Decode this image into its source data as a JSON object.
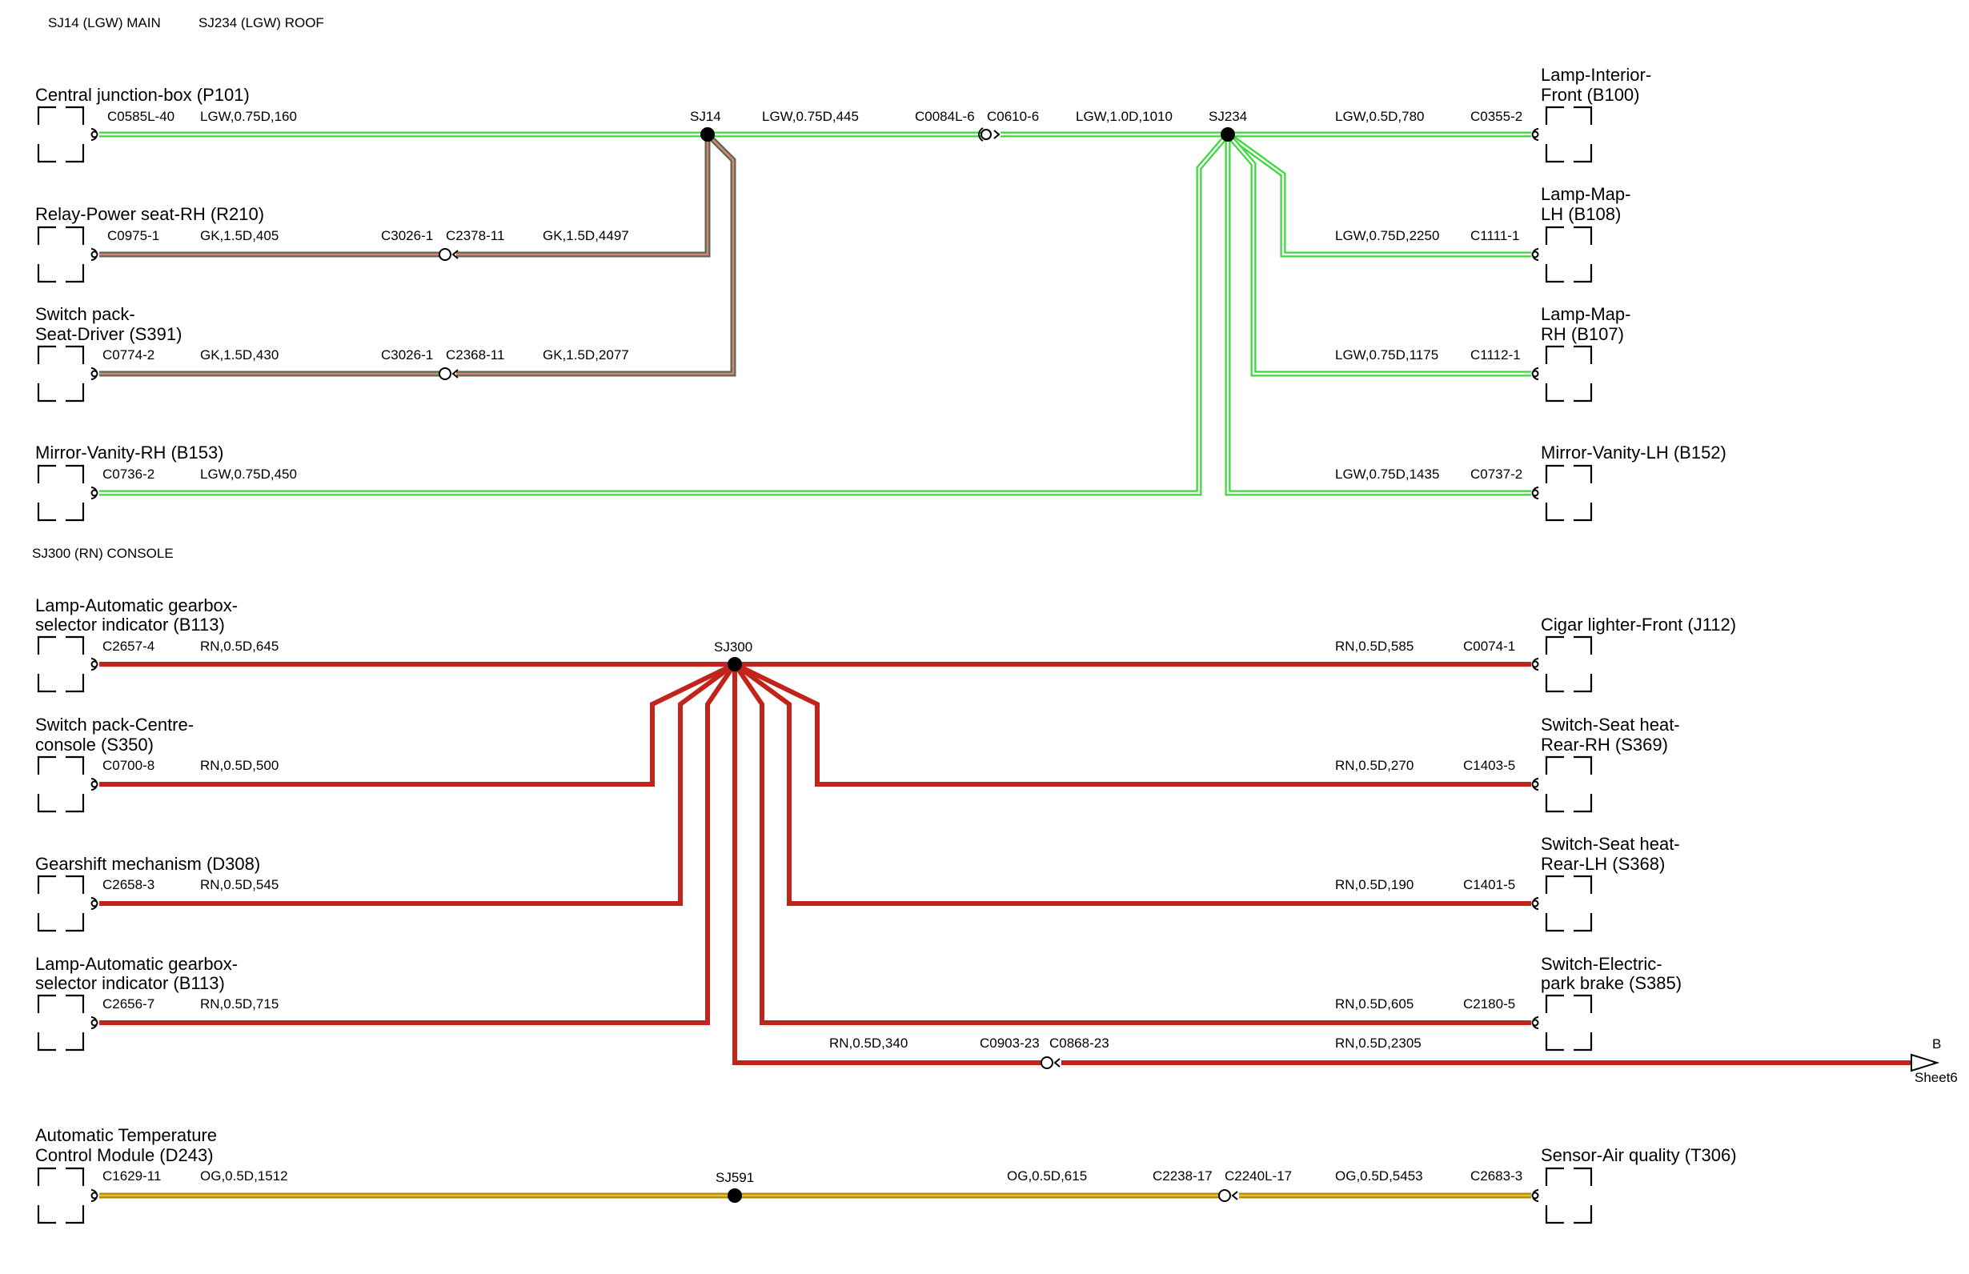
{
  "headers": {
    "top_left": "SJ14 (LGW) MAIN",
    "top_right": "SJ234 (LGW) ROOF",
    "console": "SJ300 (RN) CONSOLE"
  },
  "colors": {
    "LGW": "#3ad83a",
    "GK": "#5b6b52",
    "GK_stripe": "#d9847a",
    "RN": "#c0241a",
    "OG": "#b28b00",
    "OG_stripe": "#d8c14a"
  },
  "components": {
    "p101": {
      "lines": [
        "Central junction-box (P101)"
      ]
    },
    "r210": {
      "lines": [
        "Relay-Power seat-RH (R210)"
      ]
    },
    "s391": {
      "lines": [
        "Switch pack-",
        "Seat-Driver (S391)"
      ]
    },
    "b153": {
      "lines": [
        "Mirror-Vanity-RH (B153)"
      ]
    },
    "b100": {
      "lines": [
        "Lamp-Interior-",
        "Front (B100)"
      ]
    },
    "b108": {
      "lines": [
        "Lamp-Map-",
        "LH (B108)"
      ]
    },
    "b107": {
      "lines": [
        "Lamp-Map-",
        "RH (B107)"
      ]
    },
    "b152": {
      "lines": [
        "Mirror-Vanity-LH (B152)"
      ]
    },
    "b113a": {
      "lines": [
        "Lamp-Automatic gearbox-",
        "selector indicator (B113)"
      ]
    },
    "s350": {
      "lines": [
        "Switch pack-Centre-",
        "console (S350)"
      ]
    },
    "d308": {
      "lines": [
        "Gearshift mechanism (D308)"
      ]
    },
    "b113b": {
      "lines": [
        "Lamp-Automatic gearbox-",
        "selector indicator (B113)"
      ]
    },
    "j112": {
      "lines": [
        "Cigar lighter-Front (J112)"
      ]
    },
    "s369": {
      "lines": [
        "Switch-Seat heat-",
        "Rear-RH (S369)"
      ]
    },
    "s368": {
      "lines": [
        "Switch-Seat heat-",
        "Rear-LH (S368)"
      ]
    },
    "s385": {
      "lines": [
        "Switch-Electric-",
        "park brake (S385)"
      ]
    },
    "d243": {
      "lines": [
        "Automatic Temperature",
        "Control Module (D243)"
      ]
    },
    "t306": {
      "lines": [
        "Sensor-Air quality (T306)"
      ]
    }
  },
  "splices": {
    "sj14": "SJ14",
    "sj234": "SJ234",
    "sj300": "SJ300",
    "sj591": "SJ591"
  },
  "labels": {
    "p101_pin": "C0585L-40",
    "p101_wire": "LGW,0.75D,160",
    "sj14_c0084_wire": "LGW,0.75D,445",
    "c0084": "C0084L-6",
    "c0610": "C0610-6",
    "c0610_sj234_wire": "LGW,1.0D,1010",
    "b100_wire": "LGW,0.5D,780",
    "b100_pin": "C0355-2",
    "r210_pin": "C0975-1",
    "r210_wire": "GK,1.5D,405",
    "c3026_a": "C3026-1",
    "c2378": "C2378-11",
    "c2378_wire": "GK,1.5D,4497",
    "s391_pin": "C0774-2",
    "s391_wire": "GK,1.5D,430",
    "c3026_b": "C3026-1",
    "c2368": "C2368-11",
    "c2368_wire": "GK,1.5D,2077",
    "b153_pin": "C0736-2",
    "b153_wire": "LGW,0.75D,450",
    "b108_wire": "LGW,0.75D,2250",
    "b108_pin": "C1111-1",
    "b107_wire": "LGW,0.75D,1175",
    "b107_pin": "C1112-1",
    "b152_wire": "LGW,0.75D,1435",
    "b152_pin": "C0737-2",
    "b113a_pin": "C2657-4",
    "b113a_wire": "RN,0.5D,645",
    "j112_wire": "RN,0.5D,585",
    "j112_pin": "C0074-1",
    "s350_pin": "C0700-8",
    "s350_wire": "RN,0.5D,500",
    "s369_wire": "RN,0.5D,270",
    "s369_pin": "C1403-5",
    "d308_pin": "C2658-3",
    "d308_wire": "RN,0.5D,545",
    "s368_wire": "RN,0.5D,190",
    "s368_pin": "C1401-5",
    "b113b_pin": "C2656-7",
    "b113b_wire": "RN,0.5D,715",
    "s385_wire": "RN,0.5D,605",
    "s385_pin": "C2180-5",
    "c0903_wire": "RN,0.5D,340",
    "c0903": "C0903-23",
    "c0868": "C0868-23",
    "sheet_wire": "RN,0.5D,2305",
    "offpage_letter": "B",
    "offpage_sheet": "Sheet6",
    "d243_pin": "C1629-11",
    "d243_wire": "OG,0.5D,1512",
    "sj591_c2238_wire": "OG,0.5D,615",
    "c2238": "C2238-17",
    "c2240": "C2240L-17",
    "t306_wire": "OG,0.5D,5453",
    "t306_pin": "C2683-3"
  }
}
